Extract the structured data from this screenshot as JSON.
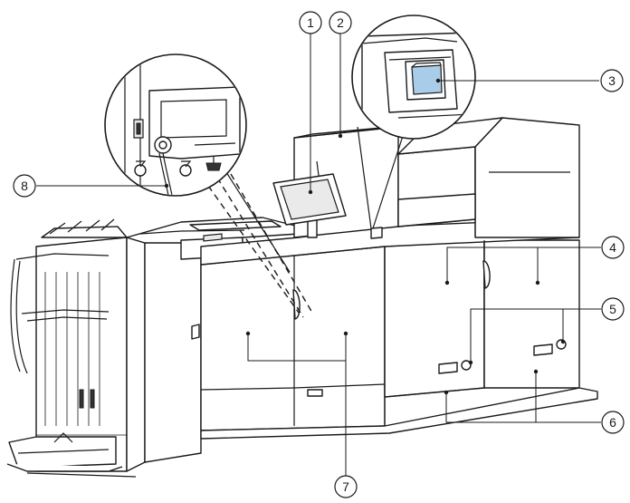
{
  "callouts": [
    {
      "id": "1",
      "label": "1"
    },
    {
      "id": "2",
      "label": "2"
    },
    {
      "id": "3",
      "label": "3"
    },
    {
      "id": "4",
      "label": "4"
    },
    {
      "id": "5",
      "label": "5"
    },
    {
      "id": "6",
      "label": "6"
    },
    {
      "id": "7",
      "label": "7"
    },
    {
      "id": "8",
      "label": "8"
    }
  ],
  "colors": {
    "line": "#1a1a1a",
    "switch_highlight": "#a9cde8",
    "background": "#ffffff"
  }
}
